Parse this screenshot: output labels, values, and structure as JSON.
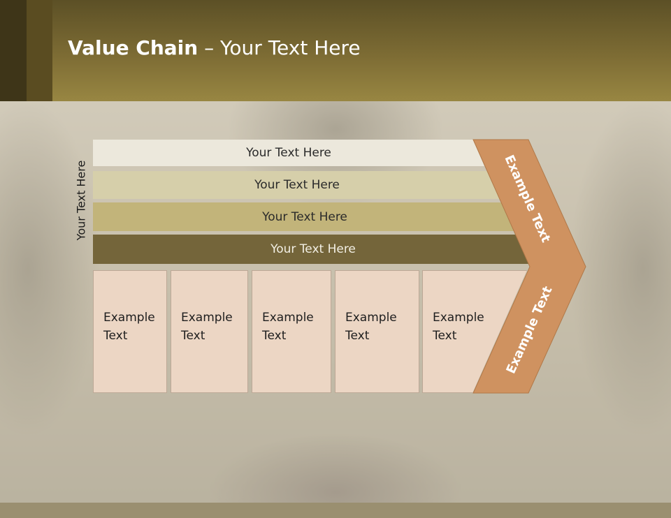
{
  "title": {
    "bold": "Value Chain",
    "rest": " – Your Text Here"
  },
  "vertical_label": "Your Text Here",
  "bars": [
    "Your Text Here",
    "Your Text Here",
    "Your Text Here",
    "Your Text Here"
  ],
  "boxes": [
    {
      "line1": "Example",
      "line2": "Text"
    },
    {
      "line1": "Example",
      "line2": "Text"
    },
    {
      "line1": "Example",
      "line2": "Text"
    },
    {
      "line1": "Example",
      "line2": "Text"
    },
    {
      "line1": "Example",
      "line2": "Text"
    }
  ],
  "chevron": {
    "upper": "Example Text",
    "lower": "Example Text"
  },
  "colors": {
    "header": "#7d6c34",
    "bar_1": "#ece8dc",
    "bar_2": "#d6cfaa",
    "bar_3": "#c2b47a",
    "bar_4": "#74653a",
    "box": "#ecd6c4",
    "chevron": "#cf9260"
  }
}
